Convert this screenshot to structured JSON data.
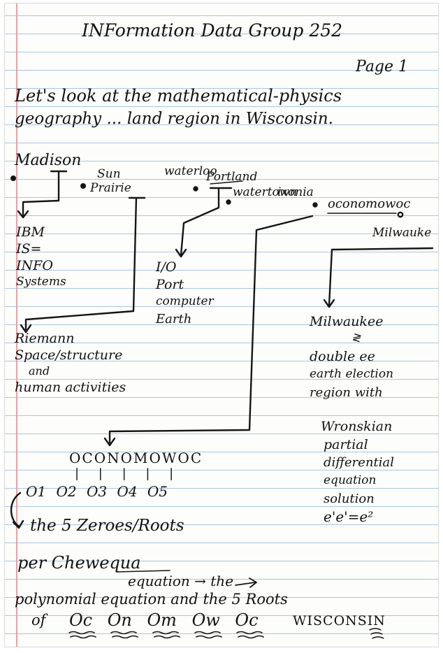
{
  "header": {
    "title": "INFormation Data Group 252",
    "page_label": "Page 1"
  },
  "intro": {
    "line1": "Let's look at the mathematical-physics",
    "line2": "geography ... land region in Wisconsin."
  },
  "places": {
    "madison": "Madison",
    "sun_prairie_1": "Sun",
    "sun_prairie_2": "Prairie",
    "waterloo": "waterloo",
    "portland": "Portland",
    "watertown": "watertown",
    "ixonia": "ixonia",
    "oconomowoc": "oconomowoc",
    "milwaukee_top": "Milwauke"
  },
  "notes": {
    "ibm_1": "IBM",
    "ibm_2": "IS=",
    "ibm_3": "INFO",
    "ibm_4": "Systems",
    "io_1": "I/O",
    "io_2": "Port",
    "io_3": "computer",
    "io_4": "Earth",
    "riemann_1": "Riemann",
    "riemann_2": "Space/structure",
    "riemann_3": "and",
    "riemann_4": "human activities",
    "milw_1": "Milwaukee",
    "milw_2": "≷",
    "milw_3": "double ee",
    "milw_4": "earth election",
    "milw_5": "region with",
    "wron_1": "Wronskian",
    "wron_2": "partial",
    "wron_3": "differential",
    "wron_4": "equation",
    "wron_5": "solution",
    "wron_6": "e'e'=e²"
  },
  "roots": {
    "word": "OCONOMOWOC",
    "ticks": "| | | | |",
    "subs": "O1 O2 O3 O4 O5",
    "caption": "the 5 Zeroes/Roots"
  },
  "footer": {
    "line1": "per Chewequa",
    "line2": "equation → the",
    "line3": "polynomial equation and the 5 Roots",
    "of": "of",
    "pairs": "Oc On Om Ow Oc",
    "state": "WISCONSIN"
  },
  "colors": {
    "ink": "#121212",
    "rule": "#a9c6df",
    "margin": "#e9a0a6"
  }
}
